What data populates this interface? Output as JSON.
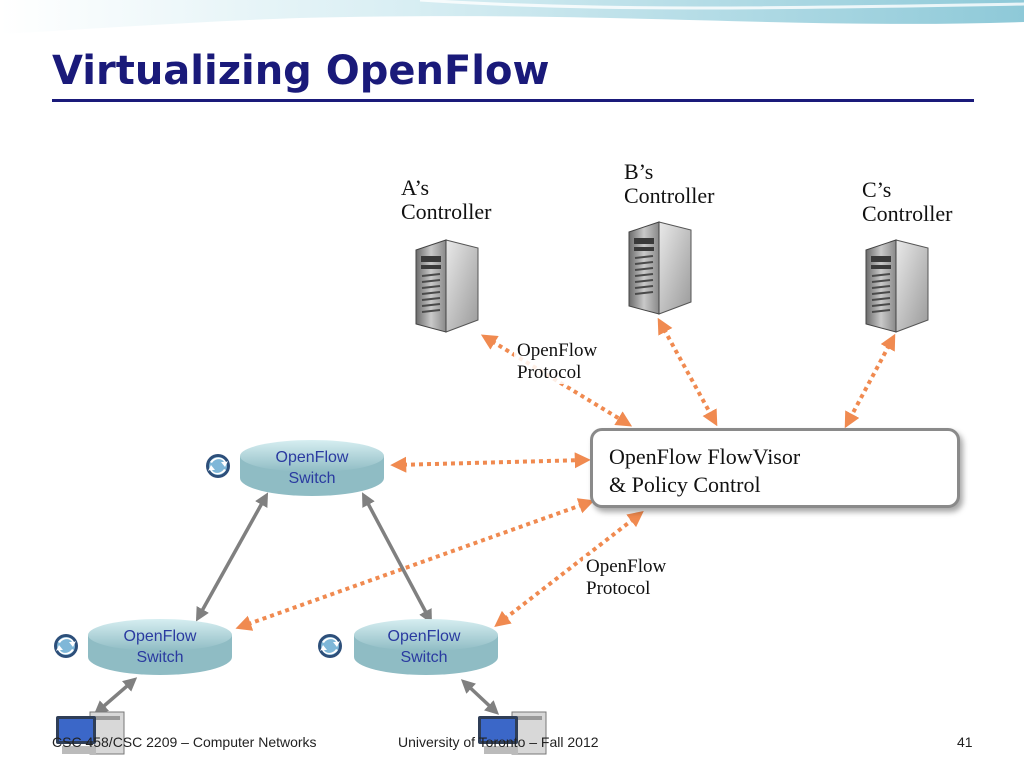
{
  "slide": {
    "title": "Virtualizing OpenFlow",
    "footer_left": "CSC 458/CSC 2209 – Computer Networks",
    "footer_center": "University of Toronto – Fall 2012",
    "page_number": "41"
  },
  "colors": {
    "title": "#1a1a7a",
    "protocol_arrow": "#f08a50",
    "link_arrow": "#808080",
    "switch_fill": "#bfe1e6",
    "switch_text": "#2a3aa0"
  },
  "controllers": [
    {
      "label": "A’s\nController",
      "icon": "server-tower-icon"
    },
    {
      "label": "B’s\nController",
      "icon": "server-tower-icon"
    },
    {
      "label": "C’s\nController",
      "icon": "server-tower-icon"
    }
  ],
  "flowvisor": {
    "label": "OpenFlow FlowVisor\n& Policy Control"
  },
  "protocol_labels": [
    "OpenFlow\nProtocol",
    "OpenFlow\nProtocol"
  ],
  "switches": [
    {
      "label": "OpenFlow\nSwitch",
      "icon": "switch-arrows-icon"
    },
    {
      "label": "OpenFlow\nSwitch",
      "icon": "switch-arrows-icon"
    },
    {
      "label": "OpenFlow\nSwitch",
      "icon": "switch-arrows-icon"
    }
  ],
  "hosts": [
    {
      "icon": "computer-host-icon"
    },
    {
      "icon": "computer-host-icon"
    }
  ]
}
